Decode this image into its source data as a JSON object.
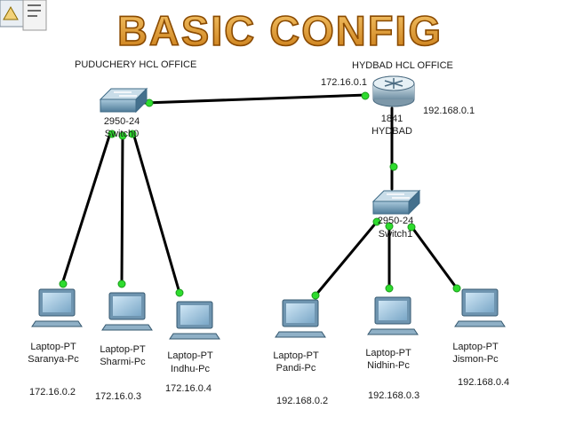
{
  "title": "BASIC CONFIG",
  "offices": {
    "puducherry": "PUDUCHERY HCL OFFICE",
    "hydbad": "HYDBAD HCL OFFICE"
  },
  "router": {
    "model": "1841",
    "name": "HYDBAD",
    "wan_ip": "172.16.0.1",
    "lan_ip": "192.168.0.1"
  },
  "switch0": {
    "model": "2950-24",
    "name": "Switch0"
  },
  "switch1": {
    "model": "2950-24",
    "name": "Switch1"
  },
  "laptops": [
    {
      "type": "Laptop-PT",
      "name": "Saranya-Pc",
      "ip": "172.16.0.2"
    },
    {
      "type": "Laptop-PT",
      "name": "Sharmi-Pc",
      "ip": "172.16.0.3"
    },
    {
      "type": "Laptop-PT",
      "name": "Indhu-Pc",
      "ip": "172.16.0.4"
    },
    {
      "type": "Laptop-PT",
      "name": "Pandi-Pc",
      "ip": "192.168.0.2"
    },
    {
      "type": "Laptop-PT",
      "name": "Nidhin-Pc",
      "ip": "192.168.0.3"
    },
    {
      "type": "Laptop-PT",
      "name": "Jismon-Pc",
      "ip": "192.168.0.4"
    }
  ],
  "colors": {
    "title_fill": "#e8a33a",
    "title_stroke": "#8a4a00",
    "link": "#000000",
    "port": "#2edc2e",
    "device": "#5f8fb0"
  }
}
